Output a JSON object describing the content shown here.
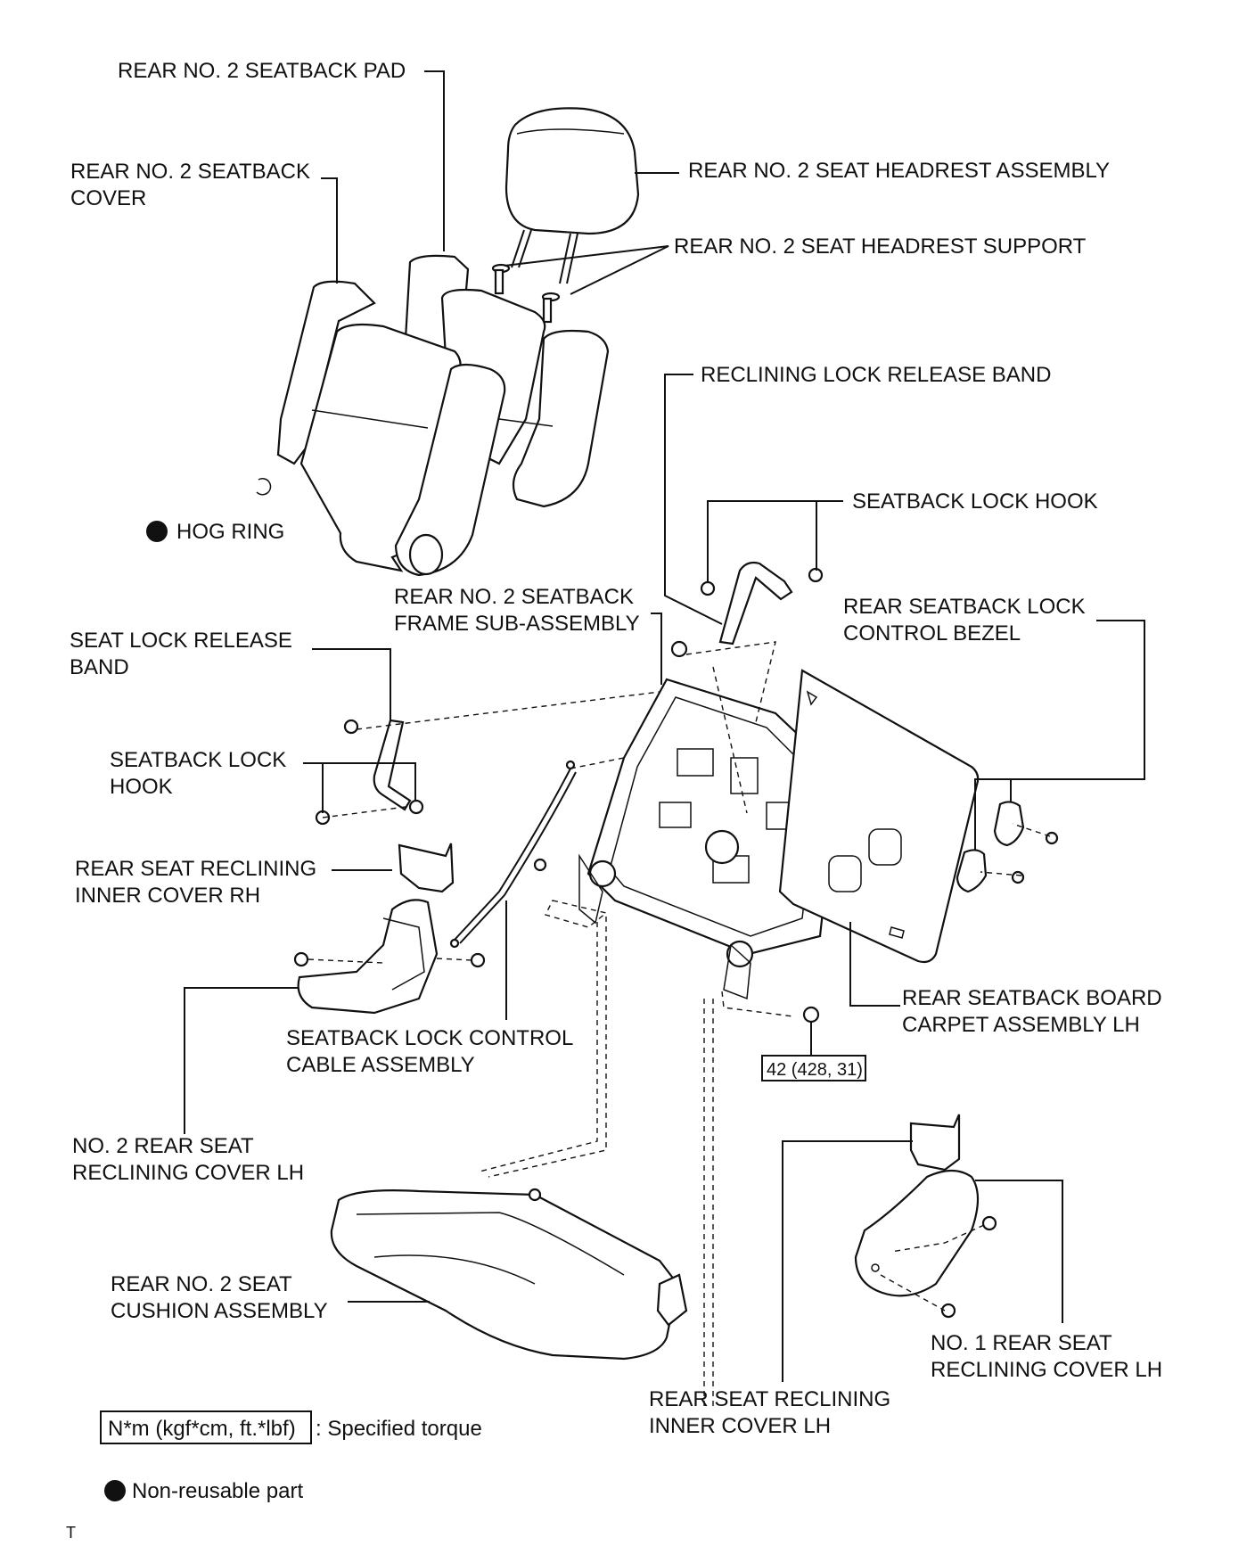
{
  "labels": {
    "seatback_pad": "REAR NO. 2 SEATBACK PAD",
    "seatback_cover_1": "REAR NO. 2 SEATBACK",
    "seatback_cover_2": "COVER",
    "headrest_assembly": "REAR NO. 2 SEAT HEADREST ASSEMBLY",
    "headrest_support": "REAR NO. 2 SEAT HEADREST SUPPORT",
    "reclining_lock_release_band": "RECLINING LOCK RELEASE BAND",
    "hog_ring": "HOG RING",
    "seatback_lock_hook_upper": "SEATBACK LOCK HOOK",
    "frame_subassembly_1": "REAR NO. 2 SEATBACK",
    "frame_subassembly_2": "FRAME SUB-ASSEMBLY",
    "lock_control_bezel_1": "REAR SEATBACK LOCK",
    "lock_control_bezel_2": "CONTROL BEZEL",
    "seat_lock_release_band_1": "SEAT LOCK RELEASE",
    "seat_lock_release_band_2": "BAND",
    "seatback_lock_hook_lower_1": "SEATBACK LOCK",
    "seatback_lock_hook_lower_2": "HOOK",
    "reclining_inner_cover_rh_1": "REAR SEAT RECLINING",
    "reclining_inner_cover_rh_2": "INNER COVER RH",
    "board_carpet_1": "REAR SEATBACK BOARD",
    "board_carpet_2": "CARPET ASSEMBLY LH",
    "lock_control_cable_1": "SEATBACK LOCK CONTROL",
    "lock_control_cable_2": "CABLE ASSEMBLY",
    "torque_value": "42 (428, 31)",
    "no2_reclining_cover_lh_1": "NO. 2 REAR SEAT",
    "no2_reclining_cover_lh_2": "RECLINING COVER LH",
    "cushion_assembly_1": "REAR NO. 2 SEAT",
    "cushion_assembly_2": "CUSHION ASSEMBLY",
    "no1_reclining_cover_lh_1": "NO. 1 REAR SEAT",
    "no1_reclining_cover_lh_2": "RECLINING COVER LH",
    "reclining_inner_cover_lh_1": "REAR SEAT RECLINING",
    "reclining_inner_cover_lh_2": "INNER COVER LH"
  },
  "legend": {
    "torque_unit": "N*m (kgf*cm, ft.*lbf)",
    "torque_desc": ": Specified torque",
    "non_reusable": "Non-reusable part"
  },
  "footer": {
    "code": "T"
  }
}
